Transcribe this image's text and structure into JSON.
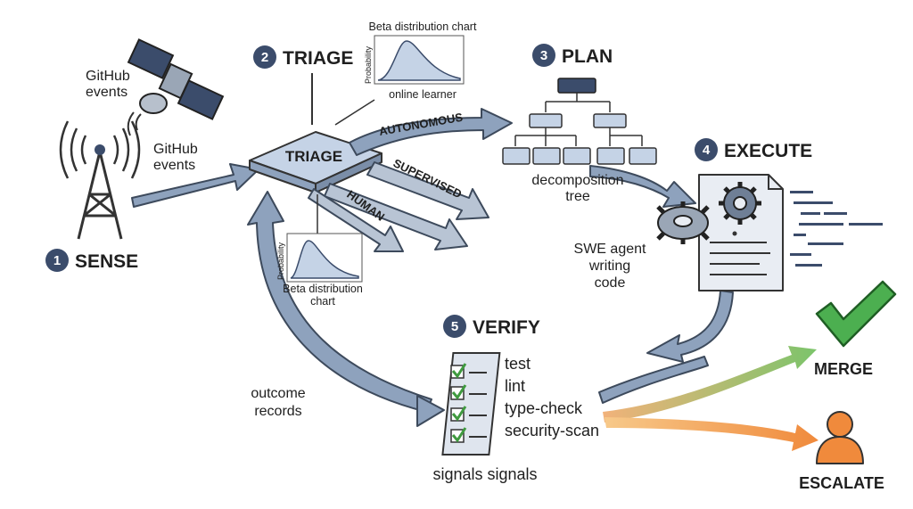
{
  "steps": {
    "sense": {
      "number": "1",
      "title": "SENSE"
    },
    "triage": {
      "number": "2",
      "title": "TRIAGE",
      "box_label": "TRIAGE"
    },
    "plan": {
      "number": "3",
      "title": "PLAN"
    },
    "execute": {
      "number": "4",
      "title": "EXECUTE"
    },
    "verify": {
      "number": "5",
      "title": "VERIFY"
    }
  },
  "sense": {
    "satellite_label": [
      "GitHub",
      "events"
    ],
    "tower_label": [
      "GitHub",
      "events"
    ]
  },
  "triage": {
    "top_chart_title": "Beta distribution chart",
    "top_chart_axis": "Probability",
    "top_chart_caption": "online learner",
    "bottom_chart_axis": "Probability",
    "bottom_chart_caption": [
      "Beta distribution",
      "chart"
    ],
    "routes": [
      "AUTONOMOUS",
      "SUPERVISED",
      "HUMAN"
    ]
  },
  "plan": {
    "caption": [
      "decomposition",
      "tree"
    ]
  },
  "execute": {
    "caption": [
      "SWE agent",
      "writing",
      "code"
    ]
  },
  "verify": {
    "checks": [
      "test",
      "lint",
      "type-check",
      "security-scan"
    ],
    "caption": "signals signals"
  },
  "feedback_label": [
    "outcome",
    "records"
  ],
  "outcomes": {
    "merge": "MERGE",
    "escalate": "ESCALATE"
  },
  "colors": {
    "arrow_blue": "#8ea2bd",
    "badge_navy": "#3b4c6b",
    "box_blue": "#c5d3e6",
    "merge_green": "#4caf50",
    "escalate_orange": "#f08a3c"
  }
}
